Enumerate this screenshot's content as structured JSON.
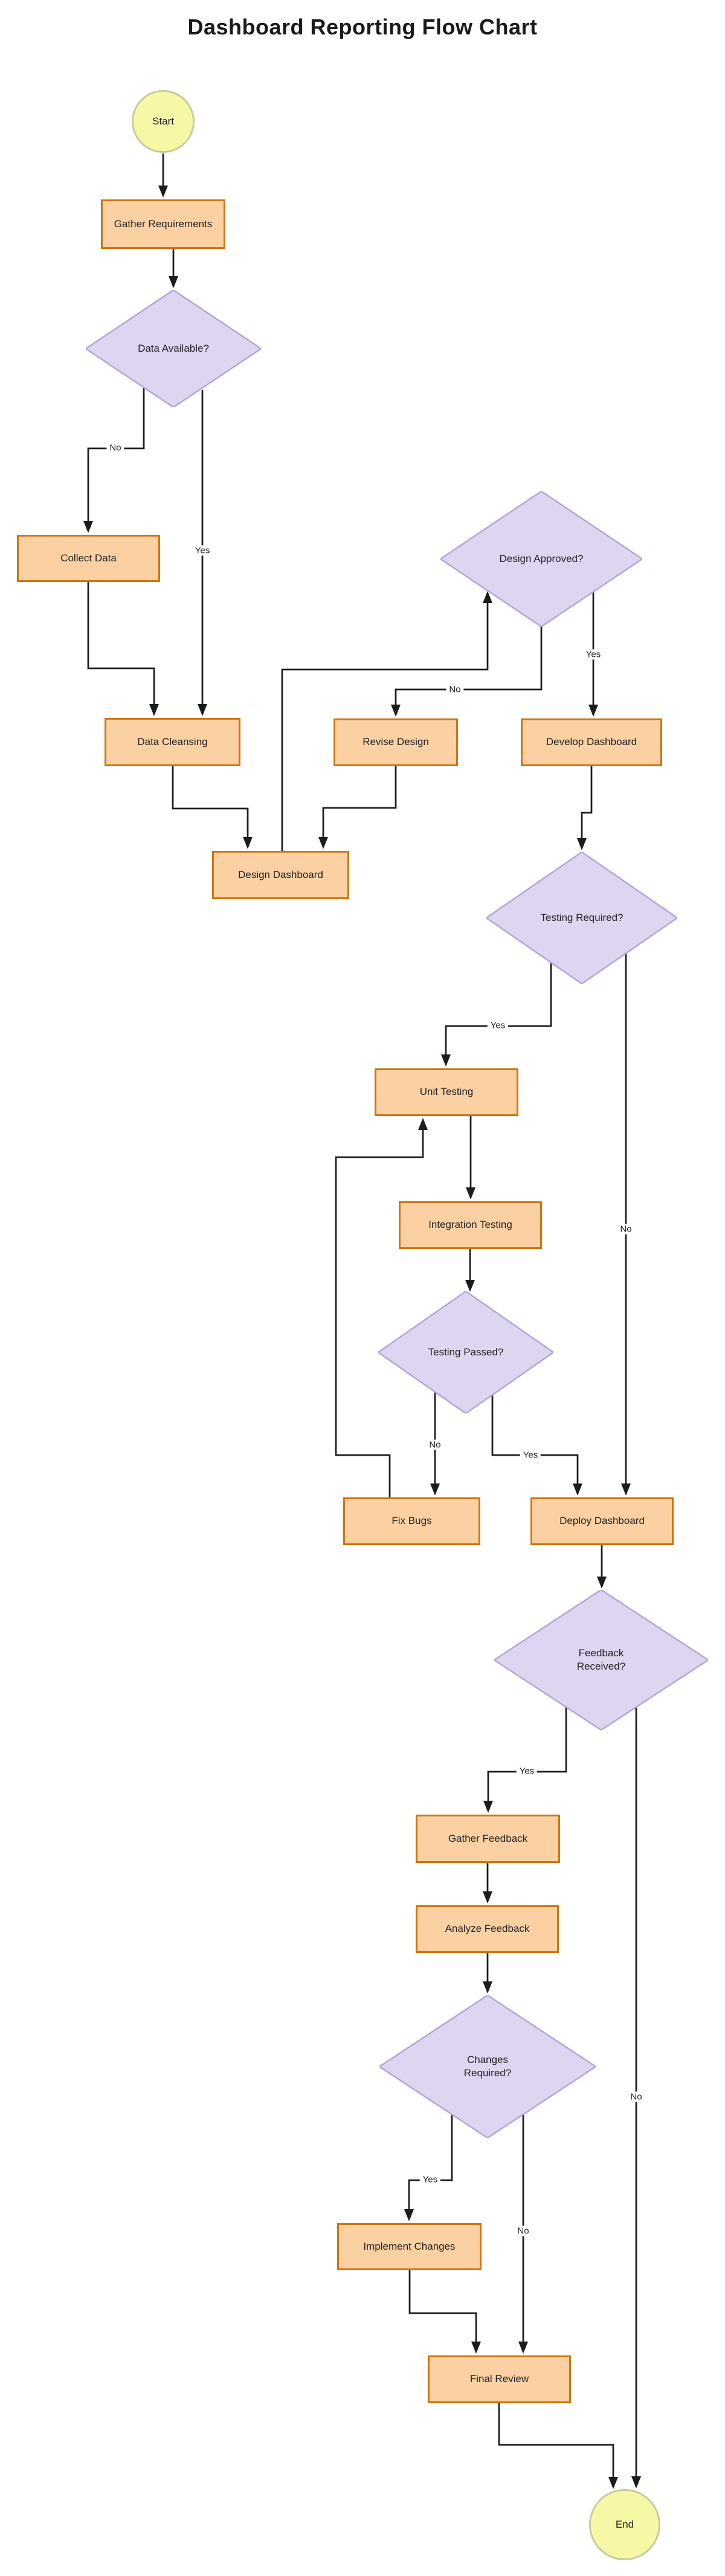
{
  "title": "Dashboard Reporting Flow Chart",
  "nodes": {
    "start": {
      "label": "Start",
      "type": "terminal"
    },
    "gather_requirements": {
      "label": "Gather Requirements",
      "type": "process"
    },
    "data_available": {
      "label": "Data Available?",
      "type": "decision"
    },
    "collect_data": {
      "label": "Collect Data",
      "type": "process"
    },
    "data_cleansing": {
      "label": "Data Cleansing",
      "type": "process"
    },
    "design_approved": {
      "label": "Design Approved?",
      "type": "decision"
    },
    "revise_design": {
      "label": "Revise Design",
      "type": "process"
    },
    "develop_dashboard": {
      "label": "Develop Dashboard",
      "type": "process"
    },
    "design_dashboard": {
      "label": "Design Dashboard",
      "type": "process"
    },
    "testing_required": {
      "label": "Testing Required?",
      "type": "decision"
    },
    "unit_testing": {
      "label": "Unit Testing",
      "type": "process"
    },
    "integration_testing": {
      "label": "Integration Testing",
      "type": "process"
    },
    "testing_passed": {
      "label": "Testing Passed?",
      "type": "decision"
    },
    "fix_bugs": {
      "label": "Fix Bugs",
      "type": "process"
    },
    "deploy_dashboard": {
      "label": "Deploy Dashboard",
      "type": "process"
    },
    "feedback_received": {
      "label": "Feedback Received?",
      "type": "decision"
    },
    "gather_feedback": {
      "label": "Gather Feedback",
      "type": "process"
    },
    "analyze_feedback": {
      "label": "Analyze Feedback",
      "type": "process"
    },
    "changes_required": {
      "label": "Changes Required?",
      "type": "decision"
    },
    "implement_changes": {
      "label": "Implement Changes",
      "type": "process"
    },
    "final_review": {
      "label": "Final Review",
      "type": "process"
    },
    "end": {
      "label": "End",
      "type": "terminal"
    }
  },
  "edge_labels": {
    "data_available_no": "No",
    "data_available_yes": "Yes",
    "design_approved_no": "No",
    "design_approved_yes": "Yes",
    "testing_required_yes": "Yes",
    "testing_required_no": "No",
    "testing_passed_no": "No",
    "testing_passed_yes": "Yes",
    "feedback_received_yes": "Yes",
    "feedback_received_no": "No",
    "changes_required_yes": "Yes",
    "changes_required_no": "No"
  },
  "colors": {
    "process-fill": "#fbd1a4",
    "process-stroke": "#d0740d",
    "decision-fill": "#ded5f1",
    "decision-stroke": "#b3a6d6",
    "terminal-fill": "#f7f8a5",
    "terminal-stroke": "#c6cc9c",
    "line": "#1c1c1c",
    "text": "#1f1f1f"
  }
}
